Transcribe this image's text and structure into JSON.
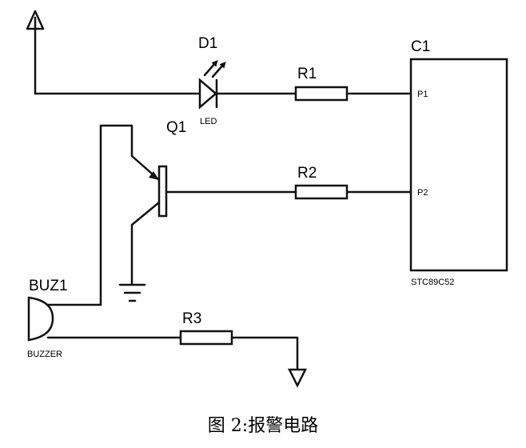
{
  "components": {
    "led": {
      "ref": "D1",
      "type": "LED"
    },
    "transistor": {
      "ref": "Q1"
    },
    "resistor1": {
      "ref": "R1"
    },
    "resistor2": {
      "ref": "R2"
    },
    "resistor3": {
      "ref": "R3"
    },
    "mcu": {
      "ref": "C1",
      "part": "STC89C52",
      "pin1": "P1",
      "pin2": "P2"
    },
    "buzzer": {
      "ref": "BUZ1",
      "type": "BUZZER"
    }
  },
  "caption": "图 2:报警电路"
}
